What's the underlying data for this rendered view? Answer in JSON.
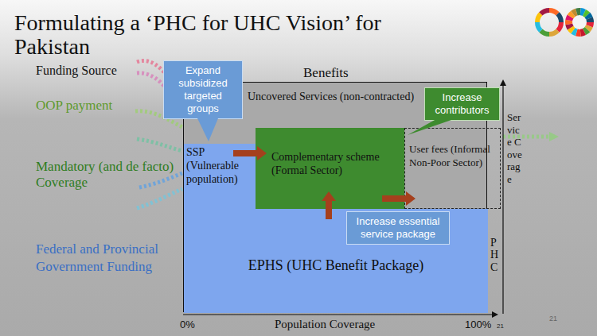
{
  "diagram": {
    "title": "Formulating a ‘PHC for UHC Vision’ for Pakistan",
    "nodes": [
      {
        "text": [
          "Benefits",
          "Uncovered Services (non-contracted)"
        ]
      },
      {
        "text": [
          "SSP (Vulnerable population)"
        ],
        "in": 0
      },
      {
        "text": [
          "Complementary scheme (Formal Sector)"
        ],
        "in": 0
      },
      {
        "text": [
          "User fees (Informal Non-Poor Sector)"
        ],
        "in": 0
      },
      {
        "text": [
          "EPHS (UHC Benefit Package)"
        ],
        "in": 0
      },
      {
        "text": [
          "Expand subsidized targeted groups"
        ]
      },
      {
        "text": [
          "Increase contributors"
        ]
      },
      {
        "text": [
          "Increase essential service package"
        ]
      }
    ],
    "edges": [
      {
        "from": 1,
        "to": 2,
        "arrow": "to"
      },
      {
        "from": 2,
        "to": 3,
        "arrow": "to"
      },
      {
        "from": 4,
        "to": 2,
        "arrow": "to"
      }
    ],
    "labels": [
      "Funding Source",
      "OOP payment",
      "Mandatory (and de facto) Coverage",
      "Federal and Provincial Government Funding",
      "PHC",
      "Service Coverage",
      "0%",
      "Population Coverage",
      "100%",
      "21",
      "21"
    ]
  }
}
